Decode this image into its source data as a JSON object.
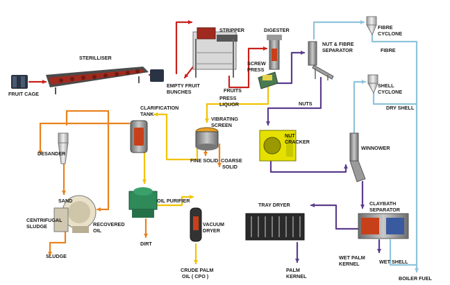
{
  "labels": {
    "fruit_cage": "FRUIT CAGE",
    "steriliser": "STERILLISER",
    "stripper": "STRIPPER",
    "empty_fruit_1": "EMPTY FRUIT",
    "empty_fruit_2": "BUNCHES",
    "fruits": "FRUITS",
    "digester": "DIGESTER",
    "screw_press_1": "SCREW",
    "screw_press_2": "PRESS",
    "press_liquor_1": "PRESS",
    "press_liquor_2": "LIQUOR",
    "nut_fibre_sep_1": "NUT & FIBRE",
    "nut_fibre_sep_2": "SEPARATOR",
    "fibre_cyclone_1": "FIBRE",
    "fibre_cyclone_2": "CYCLONE",
    "fibre": "FIBRE",
    "shell_cyclone_1": "SHELL",
    "shell_cyclone_2": "CYCLONE",
    "dry_shell": "DRY SHELL",
    "nuts": "NUTS",
    "clarification_1": "CLARIFICATION",
    "clarification_2": "TANK",
    "vibrating_1": "VIBRATING",
    "vibrating_2": "SCREEN",
    "fine_solid": "FINE SOLID",
    "coarse_1": "COARSE",
    "coarse_2": "SOLID",
    "desander": "DESANDER",
    "sand": "SAND",
    "nut_cracker_1": "NUT",
    "nut_cracker_2": "CRACKER",
    "winnower": "WINNOWER",
    "centrifugal_1": "CENTRIFUGAL",
    "centrifugal_2": "SLUDGE",
    "recovered_1": "RECOVERED",
    "recovered_2": "OIL",
    "oil_purifier": "OIL PURIFIER",
    "vacuum_1": "VACUUM",
    "vacuum_2": "DRYER",
    "dirt": "DIRT",
    "tray_dryer": "TRAY DRYER",
    "claybath_1": "CLAYBATH",
    "claybath_2": "SEPARATOR",
    "sludge": "SLUDGE",
    "cpo_1": "CRUDE PALM",
    "cpo_2": "OIL ( CPO )",
    "palm_kernel_1": "PALM",
    "palm_kernel_2": "KERNEL",
    "wet_palm_1": "WET PALM",
    "wet_palm_2": "KERNEL",
    "wet_shell": "WET SHELL",
    "boiler_fuel": "BOILER FUEL"
  },
  "colors": {
    "red_line": "#c8201a",
    "orange_line": "#e8821e",
    "yellow_line": "#f2c200",
    "purple_line": "#5a3c8c",
    "blue_line": "#8ec3dc",
    "machine_green": "#2f8a5a",
    "machine_gray": "#8a8a8a",
    "cracker_yellow": "#e6e000"
  }
}
